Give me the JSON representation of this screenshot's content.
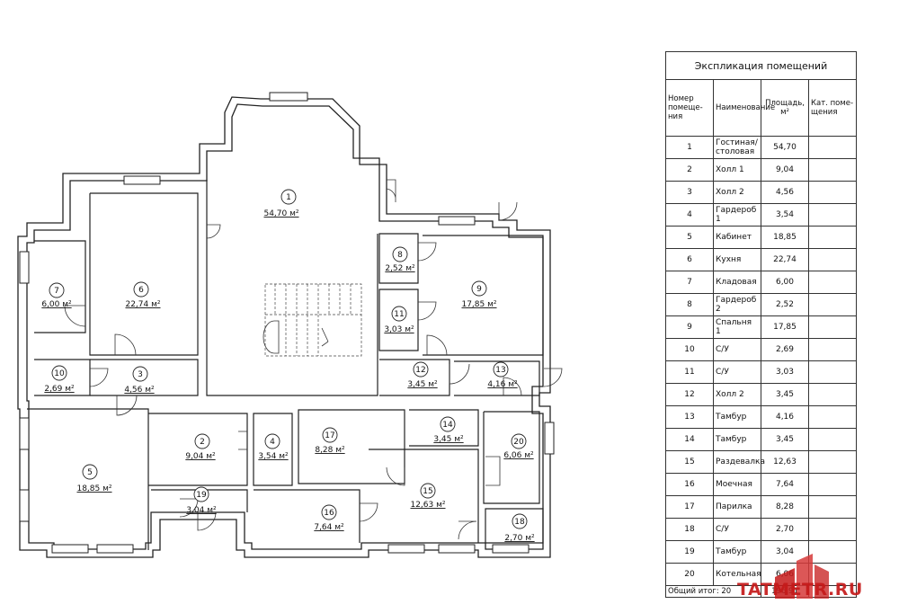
{
  "rooms": [
    {
      "num": "1",
      "area": "54,70 м²"
    },
    {
      "num": "2",
      "area": "9,04 м²"
    },
    {
      "num": "3",
      "area": "4,56 м²"
    },
    {
      "num": "4",
      "area": "3,54 м²"
    },
    {
      "num": "5",
      "area": "18,85 м²"
    },
    {
      "num": "6",
      "area": "22,74 м²"
    },
    {
      "num": "7",
      "area": "6,00 м²"
    },
    {
      "num": "8",
      "area": "2,52 м²"
    },
    {
      "num": "9",
      "area": "17,85 м²"
    },
    {
      "num": "10",
      "area": "2,69 м²"
    },
    {
      "num": "11",
      "area": "3,03 м²"
    },
    {
      "num": "12",
      "area": "3,45 м²"
    },
    {
      "num": "13",
      "area": "4,16 м²"
    },
    {
      "num": "14",
      "area": "3,45 м²"
    },
    {
      "num": "15",
      "area": "12,63 м²"
    },
    {
      "num": "16",
      "area": "7,64 м²"
    },
    {
      "num": "17",
      "area": "8,28 м²"
    },
    {
      "num": "18",
      "area": "2,70 м²"
    },
    {
      "num": "19",
      "area": "3,04 м²"
    },
    {
      "num": "20",
      "area": "6,06 м²"
    }
  ],
  "table": {
    "title": "Экспликация помещений",
    "headers": [
      "Номер помеще- ния",
      "Наименование",
      "Площадь, м²",
      "Кат. поме- щения"
    ],
    "rows": [
      [
        "1",
        "Гостиная/столовая",
        "54,70"
      ],
      [
        "2",
        "Холл 1",
        "9,04"
      ],
      [
        "3",
        "Холл 2",
        "4,56"
      ],
      [
        "4",
        "Гардероб 1",
        "3,54"
      ],
      [
        "5",
        "Кабинет",
        "18,85"
      ],
      [
        "6",
        "Кухня",
        "22,74"
      ],
      [
        "7",
        "Кладовая",
        "6,00"
      ],
      [
        "8",
        "Гардероб 2",
        "2,52"
      ],
      [
        "9",
        "Спальня 1",
        "17,85"
      ],
      [
        "10",
        "С/У",
        "2,69"
      ],
      [
        "11",
        "С/У",
        "3,03"
      ],
      [
        "12",
        "Холл 2",
        "3,45"
      ],
      [
        "13",
        "Тамбур",
        "4,16"
      ],
      [
        "14",
        "Тамбур",
        "3,45"
      ],
      [
        "15",
        "Раздевалка",
        "12,63"
      ],
      [
        "16",
        "Моечная",
        "7,64"
      ],
      [
        "17",
        "Парилка",
        "8,28"
      ],
      [
        "18",
        "С/У",
        "2,70"
      ],
      [
        "19",
        "Тамбур",
        "3,04"
      ],
      [
        "20",
        "Котельная",
        "6,06"
      ]
    ],
    "total_label": "Общий итог: 20",
    "total_value": "196,91"
  },
  "watermark": "TATMETR.RU"
}
